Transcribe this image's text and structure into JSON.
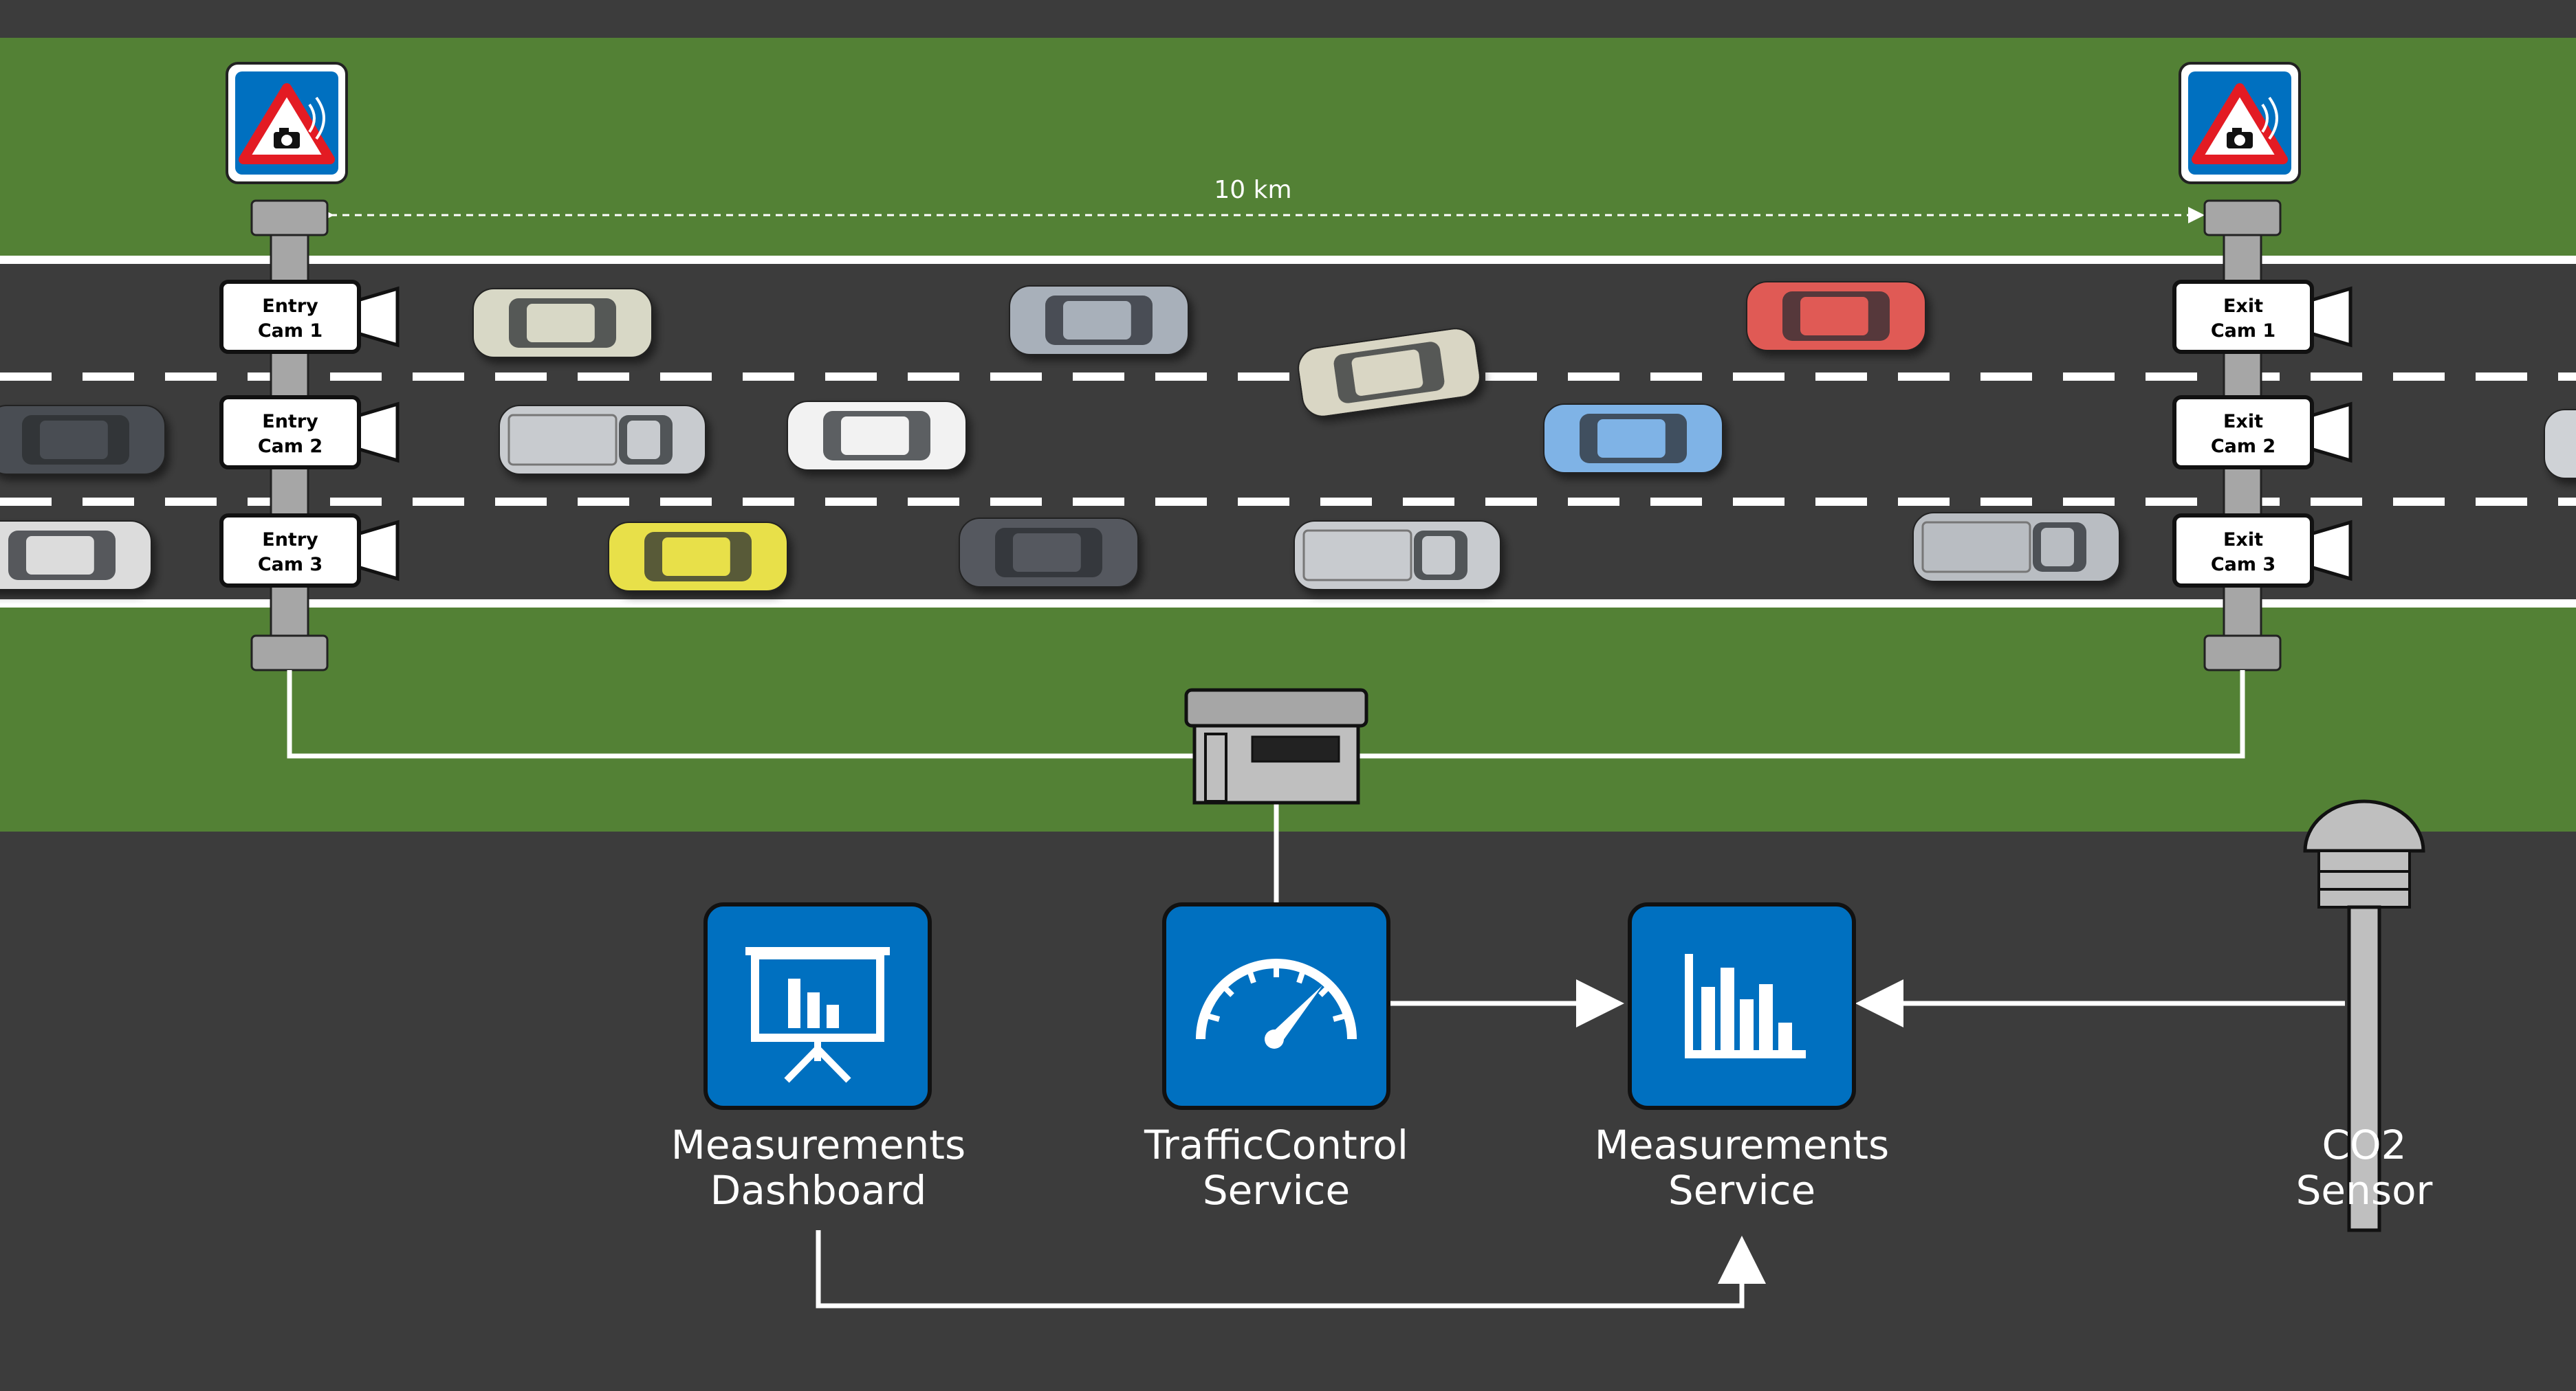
{
  "distance_label": "10 km",
  "entry_cameras": [
    {
      "line1": "Entry",
      "line2": "Cam 1"
    },
    {
      "line1": "Entry",
      "line2": "Cam 2"
    },
    {
      "line1": "Entry",
      "line2": "Cam 3"
    }
  ],
  "exit_cameras": [
    {
      "line1": "Exit",
      "line2": "Cam 1"
    },
    {
      "line1": "Exit",
      "line2": "Cam 2"
    },
    {
      "line1": "Exit",
      "line2": "Cam 3"
    }
  ],
  "services": {
    "dashboard": {
      "line1": "Measurements",
      "line2": "Dashboard"
    },
    "traffic": {
      "line1": "TrafficControl",
      "line2": "Service"
    },
    "measurements": {
      "line1": "Measurements",
      "line2": "Service"
    },
    "sensor": {
      "line1": "CO2",
      "line2": "Sensor"
    }
  },
  "icons": {
    "speed_sign": "speed-camera-warning-icon",
    "dashboard": "presentation-board-icon",
    "traffic": "speedometer-icon",
    "measurements": "bar-chart-icon",
    "sensor": "co2-sensor-icon",
    "control_box": "roadside-cabinet-icon"
  },
  "colors": {
    "road": "#3c3c3c",
    "grass": "#538135",
    "service_blue": "#0070c0",
    "line": "#ffffff",
    "sign_red": "#e31b23"
  },
  "cars": [
    {
      "color": "#d8d8c6",
      "type": "hatch"
    },
    {
      "color": "#a8b0ba",
      "type": "suv"
    },
    {
      "color": "#e05a55",
      "type": "suv"
    },
    {
      "color": "#d9d6c4",
      "type": "hatch"
    },
    {
      "color": "#4a4e52",
      "type": "suv"
    },
    {
      "color": "#c8cbcf",
      "type": "pickup"
    },
    {
      "color": "#f2f2f2",
      "type": "suv"
    },
    {
      "color": "#7fb3e6",
      "type": "suv"
    },
    {
      "color": "#cfd2d6",
      "type": "hatch"
    },
    {
      "color": "#dcdcdc",
      "type": "hatch"
    },
    {
      "color": "#e8e04a",
      "type": "hatch"
    },
    {
      "color": "#55595e",
      "type": "suv"
    },
    {
      "color": "#c8cbcf",
      "type": "pickup"
    },
    {
      "color": "#b9bdc2",
      "type": "pickup"
    }
  ]
}
